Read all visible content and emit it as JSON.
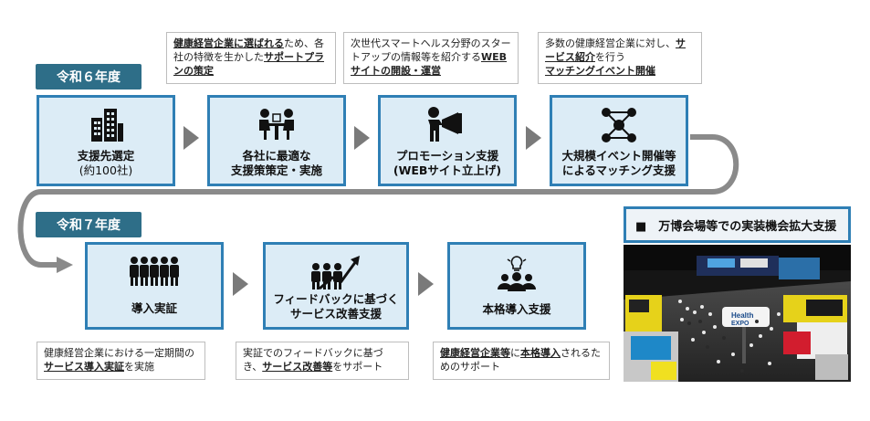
{
  "year1": {
    "label": "令和６年度"
  },
  "year2": {
    "label": "令和７年度"
  },
  "steps": [
    {
      "line1": "支援先選定",
      "line2": "(約100社)",
      "icon": "buildings-icon"
    },
    {
      "line1": "各社に最適な",
      "line2": "支援策策定・実施",
      "icon": "meeting-icon"
    },
    {
      "line1": "プロモーション支援",
      "line2": "(WEBサイト立上げ)",
      "icon": "megaphone-icon"
    },
    {
      "line1": "大規模イベント開催等",
      "line2": "によるマッチング支援",
      "icon": "network-icon"
    },
    {
      "line1": "導入実証",
      "line2": "",
      "icon": "group-icon"
    },
    {
      "line1": "フィードバックに基づく",
      "line2": "サービス改善支援",
      "icon": "growth-chart-icon"
    },
    {
      "line1": "本格導入支援",
      "line2": "",
      "icon": "people-lightbulb-icon"
    }
  ],
  "notes": {
    "n1": {
      "b1": "健康経営企業に選ばれる",
      "t1": "ため、各社の特徴を生かした",
      "b2": "サポートプランの策定"
    },
    "n2": {
      "t1": "次世代スマートヘルス分野のスタートアップの情報等を紹介する",
      "b1": "WEBサイトの開設・運営"
    },
    "n3": {
      "t1": "多数の健康経営企業に対し、",
      "b1": "サービス紹介",
      "t2": "を行う",
      "b2": "マッチングイベント開催"
    },
    "n4": {
      "t1": "健康経営企業における一定期間の",
      "b1": "サービス導入実証",
      "t2": "を実施"
    },
    "n5": {
      "t1": "実証でのフィードバックに基づき、",
      "b1": "サービス改善等",
      "t2": "をサポート"
    },
    "n6": {
      "b1": "健康経営企業等",
      "t1": "に",
      "b2": "本格導入",
      "t2": "されるためのサポート"
    }
  },
  "expo": {
    "title": "■　万博会場等での実装機会拡大支援",
    "sign1": "Health",
    "sign2": "EXPO"
  },
  "colors": {
    "box_border": "#2f7fb5",
    "box_fill": "#dcecf6",
    "year_fill": "#2e6e88",
    "arrow": "#7a7a7a"
  }
}
